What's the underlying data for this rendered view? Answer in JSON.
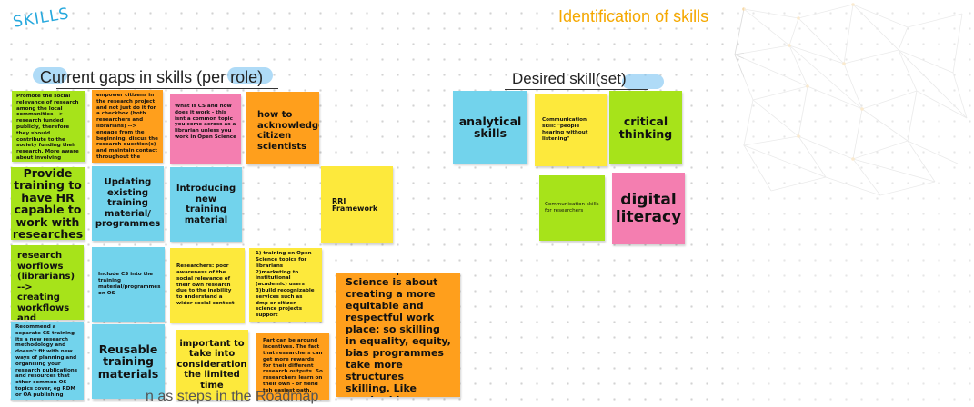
{
  "board": {
    "title_left": "SKILLS",
    "title_right": "Identification of skills",
    "footer_text": "n                    as steps in the Roadmap"
  },
  "headings": {
    "current_gaps": "Current gaps in skills (per role)",
    "desired": "Desired skill(set)"
  },
  "notes": {
    "n01": "Promote the social relevance of research among the local communities --> research funded publicly, therefore they should contribute to the society funding their research. More aware about involving citizens into research",
    "n02": "empower citizens in the research project and not just do it for a checkbox (both researchers and librarians) --> engage from the beginning, discus the research question(s) and maintain contact throughout the",
    "n03": "What is CS and how does it work - this isnt a common topic you come across as a librarian unless you work in Open Science",
    "n04": "how to acknowledge citizen scientists",
    "n05": "Provide training to have HR capable to work with researches",
    "n06": "Updating existing training material/ programmes",
    "n07": "Introducing new training material",
    "n08": "RRI Framework",
    "n09": "research worflows (librarians) --> creating workflows and defining roles",
    "n10": "Include CS into the training material/programmes on OS",
    "n11": "Researchers: poor awareness of the social relevance of their own research due to the inability to understand a wider social context",
    "n12": "1) training on Open Science topics for librarians 2)marketing to institutional (academic) users 3)build recognizable services such as dmp or citizen science projects support",
    "n13": "Part of Open Science is about creating a more equitable and respectful work place: so skilling in equality, equity, bias programmes take more structures skilling. Like gender bias.",
    "n14": "Recommend a separate CS training - its a new research methodology and doesn't fit with new ways of planning and organising your research publications and resources that other common OS topics cover, eg RDM or OA publishing",
    "n15": "Reusable training materials",
    "n16": "important to take into consideration the limited time",
    "n17": "Part can be around incentives. The fact that researchers can get more rewards for their different research outputs. So researchers learn on their own - or fiend teh easiest path.",
    "d01": "analytical skills",
    "d02": "Communication skill: \"people hearing without listening\"",
    "d03": "critical thinking",
    "d04": "Communication skills for researchers",
    "d05": "digital literacy"
  },
  "colors": {
    "orange": "#ff9f1c",
    "pink": "#f47eb0",
    "yellow": "#fde93c",
    "green": "#a7e31a",
    "blue": "#72d3ec",
    "title_blue": "#26a8dd",
    "title_orange": "#f5a800"
  }
}
